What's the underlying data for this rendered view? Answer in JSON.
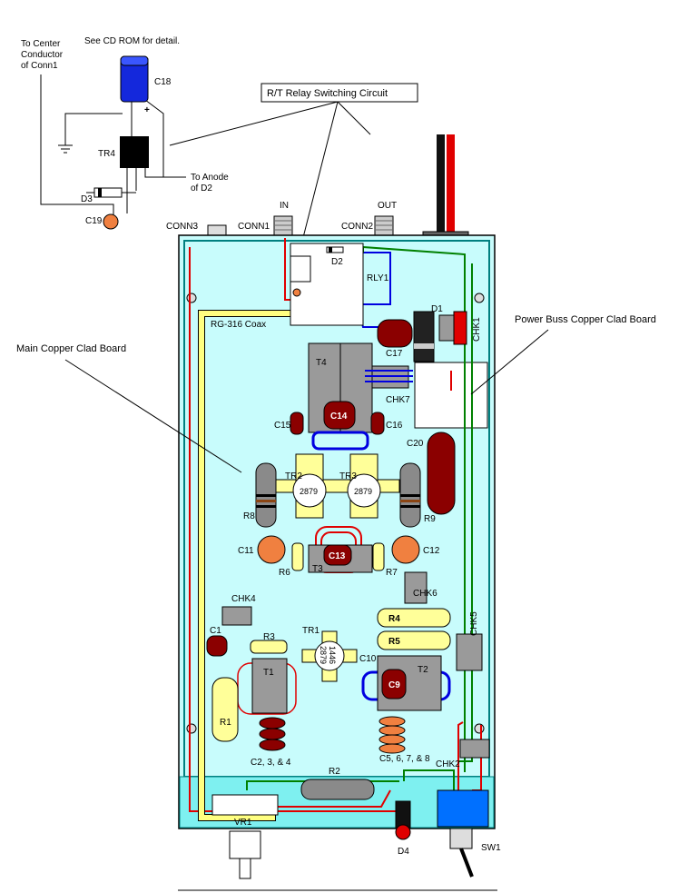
{
  "header_notes": {
    "see_cd": "See CD ROM for detail.",
    "to_center": [
      "To Center",
      "Conductor",
      "of Conn1"
    ],
    "to_anode": [
      "To Anode",
      "of D2"
    ]
  },
  "callouts": {
    "relay_circuit": "R/T Relay Switching Circuit",
    "main_board": "Main Copper Clad Board",
    "power_board": "Power Buss Copper Clad Board",
    "coax": "RG-316 Coax"
  },
  "connectors": {
    "conn1": "CONN1",
    "conn2": "CONN2",
    "conn3": "CONN3",
    "in": "IN",
    "out": "OUT"
  },
  "components": {
    "c18": "C18",
    "tr4": "TR4",
    "d3": "D3",
    "c19": "C19",
    "d2": "D2",
    "rly1": "RLY1",
    "d1": "D1",
    "chk1": "CHK1",
    "c17": "C17",
    "t4": "T4",
    "chk7": "CHK7",
    "c14": "C14",
    "c15": "C15",
    "c16": "C16",
    "c20": "C20",
    "tr2": "TR2",
    "tr3": "TR3",
    "tr2_part": "2879",
    "tr3_part": "2879",
    "r8": "R8",
    "r9": "R9",
    "c11": "C11",
    "c12": "C12",
    "c13": "C13",
    "t3": "T3",
    "r6": "R6",
    "r7": "R7",
    "chk6": "CHK6",
    "chk4": "CHK4",
    "c1": "C1",
    "r3": "R3",
    "tr1": "TR1",
    "tr1_part": [
      "1446",
      "2879"
    ],
    "c10": "C10",
    "r4": "R4",
    "r5": "R5",
    "chk5": "CHK5",
    "t1": "T1",
    "t2": "T2",
    "c9": "C9",
    "r1": "R1",
    "c234": "C2, 3, & 4",
    "c5678": "C5, 6, 7, & 8",
    "chk2": "CHK2",
    "r2": "R2",
    "vr1": "VR1",
    "d4": "D4",
    "sw1": "SW1",
    "polarity_plus": "+"
  },
  "colors": {
    "board_fill": "#c8fcfc",
    "board_edge": "#008080",
    "power_strip": "#7ef0f0",
    "maroon": "#8b0000",
    "coil_gray": "#9a9a9a",
    "orange_cap": "#f08040",
    "yellow_res": "#ffff99",
    "blue_cap": "#1428dc",
    "wire_red": "#e00000",
    "wire_blue": "#0000e0",
    "wire_green": "#008000",
    "coax_yellow": "#ffff80",
    "switch_blue": "#0070ff"
  }
}
